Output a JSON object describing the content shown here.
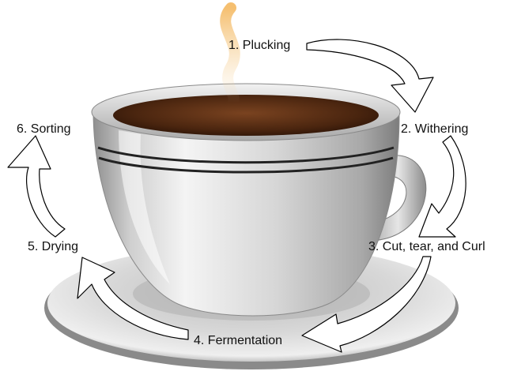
{
  "steps": [
    {
      "number": "1",
      "label": "1. Plucking"
    },
    {
      "number": "2",
      "label": "2. Withering"
    },
    {
      "number": "3",
      "label": "3. Cut, tear, and Curl"
    },
    {
      "number": "4",
      "label": "4. Fermentation"
    },
    {
      "number": "5",
      "label": "5. Drying"
    },
    {
      "number": "6",
      "label": "6. Sorting"
    }
  ],
  "colors": {
    "background": "#ffffff",
    "cup": "#d9d9d9",
    "cup_shadow": "#9e9e9e",
    "coffee": "#5a3016",
    "steam": "#f2c98a",
    "stripe": "#222222",
    "saucer": "#cfcfcf",
    "arrow_fill": "#ffffff",
    "arrow_stroke": "#000000"
  },
  "icons": [
    "coffee-cup-icon",
    "cycle-arrow-icon"
  ]
}
